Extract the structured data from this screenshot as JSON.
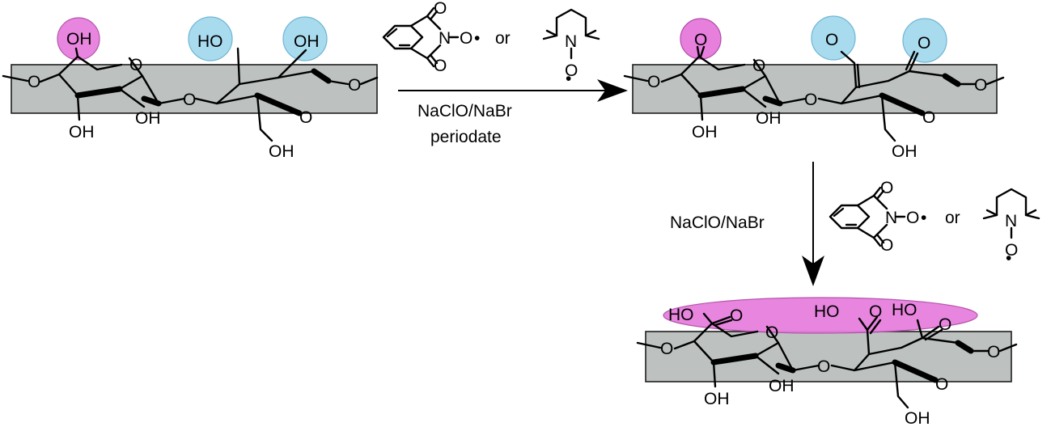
{
  "colors": {
    "backbone_fill": "#bdc2c1",
    "backbone_stroke": "#1e1e1e",
    "primary_highlight": "#e77fdd",
    "secondary_highlight": "#a9dbef"
  },
  "structures": {
    "cellulose": {
      "labels": [
        "OH",
        "HO",
        "OH",
        "OH",
        "OH",
        "OH",
        "O",
        "O",
        "O",
        "O",
        "O"
      ]
    },
    "dialdehyde_cellulose": {
      "labels": [
        "O",
        "O",
        "O",
        "OH",
        "OH",
        "OH",
        "O",
        "O",
        "O",
        "O",
        "O"
      ]
    },
    "dicarboxyl_cellulose": {
      "labels": [
        "HO",
        "O",
        "HO",
        "O",
        "HO",
        "O",
        "OH",
        "OH",
        "OH",
        "O",
        "O",
        "O",
        "O",
        "O"
      ]
    }
  },
  "reagents": {
    "catalyst_phthalimide": {
      "atom_n": "N",
      "atom_o": "O",
      "carbonyl": "O",
      "radical_symbol": "•"
    },
    "conjunction": "or",
    "catalyst_tempo": {
      "atom_n": "N",
      "atom_o": "O",
      "radical_symbol": "•"
    },
    "step1_conditions": [
      "NaClO/NaBr",
      "periodate"
    ],
    "step2_conditions": [
      "NaClO/NaBr"
    ]
  },
  "arrows": {
    "step1": {
      "direction": "right"
    },
    "step2": {
      "direction": "down"
    }
  }
}
